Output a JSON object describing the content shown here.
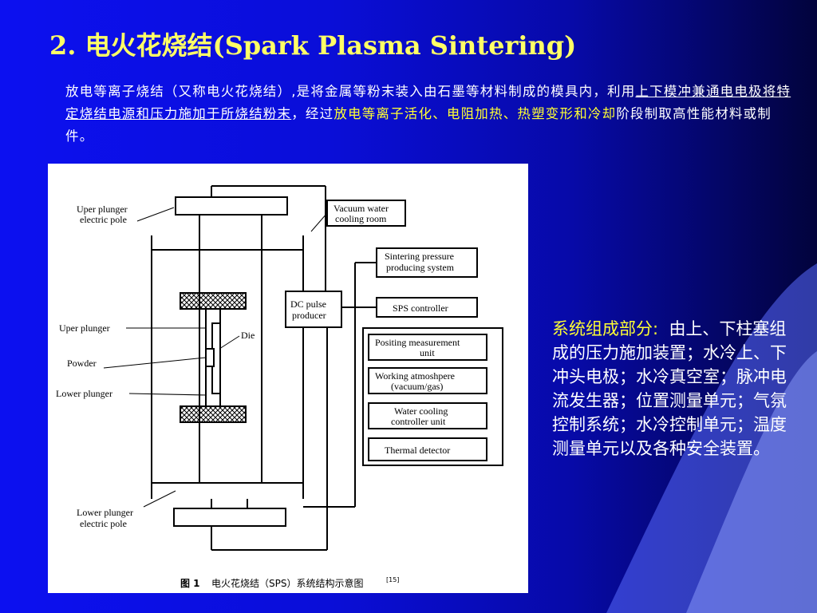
{
  "title": "2. 电火花烧结(Spark Plasma Sintering)",
  "intro": {
    "p1": "放电等离子烧结（又称电火花烧结）,是将金属等粉末装入由石墨等材料制成的模具内，利用",
    "u1": "上下模冲兼通电电极将特定烧结电源和压力施加于所烧结粉末",
    "p2": "，经过",
    "h1": "放电等离子活化、电阻加热、热塑变形和冷却",
    "p3": "阶段制取高性能材料或制件。"
  },
  "figure": {
    "labels": {
      "upper_pole_1": "Uper plunger",
      "upper_pole_2": "electric pole",
      "uper_plunger": "Uper plunger",
      "powder": "Powder",
      "lower_plunger": "Lower plunger",
      "lower_pole_1": "Lower plunger",
      "lower_pole_2": "electric pole",
      "die": "Die",
      "vacuum_1": "Vacuum water",
      "vacuum_2": "cooling room",
      "dc_1": "DC pulse",
      "dc_2": "producer",
      "pressure_1": "Sintering pressure",
      "pressure_2": "producing system",
      "sps_controller": "SPS controller",
      "positing_1": "Positing measurement",
      "positing_2": "unit",
      "atmo_1": "Working atmoshpere",
      "atmo_2": "(vacuum/gas)",
      "water_1": "Water cooling",
      "water_2": "controller unit",
      "thermal": "Thermal detector"
    },
    "caption_num": "图 1",
    "caption": "电火花烧结（SPS）系统结构示意图",
    "caption_ref": "[15]"
  },
  "side": {
    "label": "系统组成部分:",
    "text": "由上、下柱塞组成的压力施加装置；水冷上、下冲头电极；水冷真空室；脉冲电流发生器；位置测量单元；气氛控制系统；水冷控制单元；温度测量单元以及各种安全装置。"
  },
  "colors": {
    "title": "#ffff66",
    "highlight": "#ffff33",
    "text": "#ffffff",
    "bg": "#0c10f0"
  }
}
